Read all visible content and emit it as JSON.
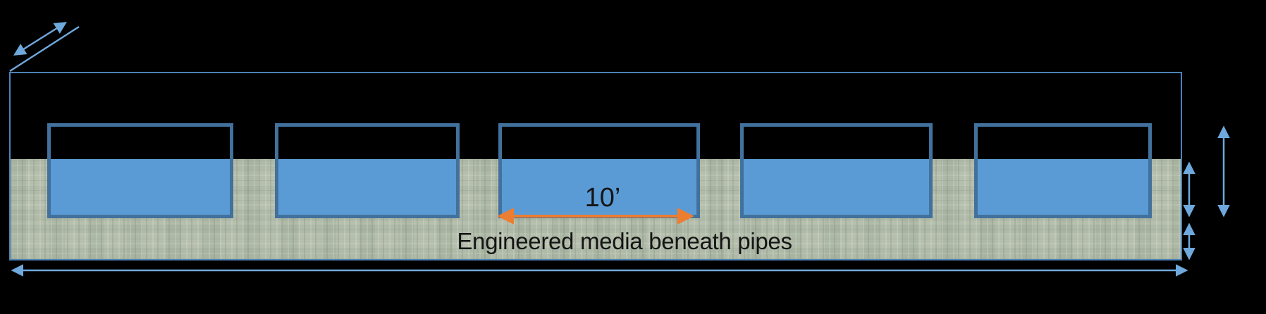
{
  "diagram": {
    "pipe_width_label": "10’",
    "media_label": "Engineered media beneath pipes",
    "pipe_count": 5
  },
  "annotations": {
    "diagonal_direction_arrow": "double-headed-diagonal-arrow (run/length direction, top-left)",
    "water_depth_arrow": "double-headed-vertical-arrow (media depth beside pipes, right)",
    "pipe_height_arrow": "double-headed-vertical-arrow (pipe height, far right)",
    "media_thickness_arrow": "double-headed-vertical-arrow (media beneath pipes thickness, right)",
    "total_width_arrow": "double-headed-horizontal-arrow (total system width, bottom)",
    "pipe_width_arrow": "double-headed-horizontal-arrow (orange, pipe width = 10 ft)"
  },
  "colors": {
    "background": "#000000",
    "water": "#5B9BD5",
    "pipe_border": "#41719C",
    "outline": "#4d82b8",
    "dimension_arrow": "#6FA8DC",
    "pipe_width_arrow": "#ED7D31",
    "media_base": "#b6bfad",
    "label_text": "#151515"
  }
}
